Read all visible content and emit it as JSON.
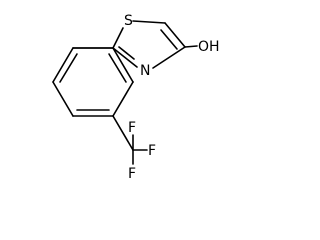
{
  "molecule": {
    "atoms": {
      "sulfur": "S",
      "nitrogen": "N",
      "hydroxyl": "OH",
      "fluorine_top": "F",
      "fluorine_right": "F",
      "fluorine_bottom": "F"
    }
  }
}
